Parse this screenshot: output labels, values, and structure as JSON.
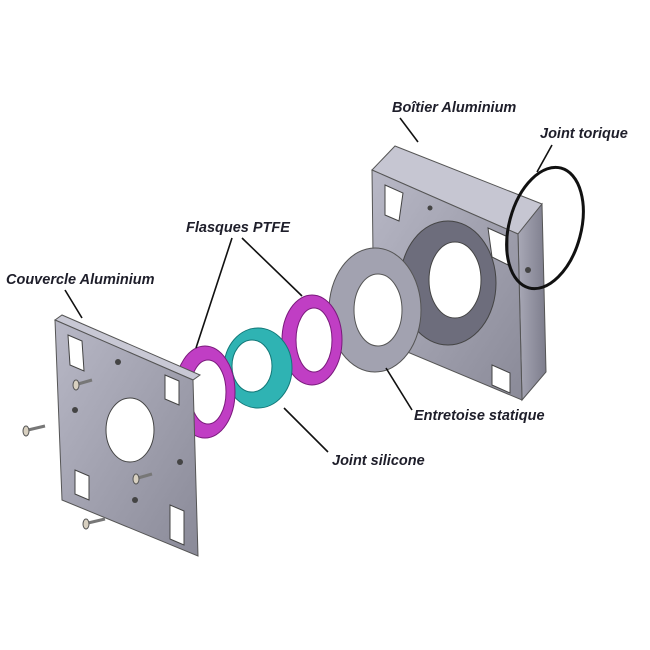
{
  "labels": {
    "housing": "Boîtier Aluminium",
    "o_ring": "Joint torique",
    "ptfe_flanges": "Flasques PTFE",
    "cover": "Couvercle Aluminium",
    "spacer": "Entretoise statique",
    "silicone_seal": "Joint silicone"
  },
  "colors": {
    "aluminium": "#9c9cab",
    "ptfe": "#b52fb8",
    "silicone": "#2fb3b3"
  }
}
